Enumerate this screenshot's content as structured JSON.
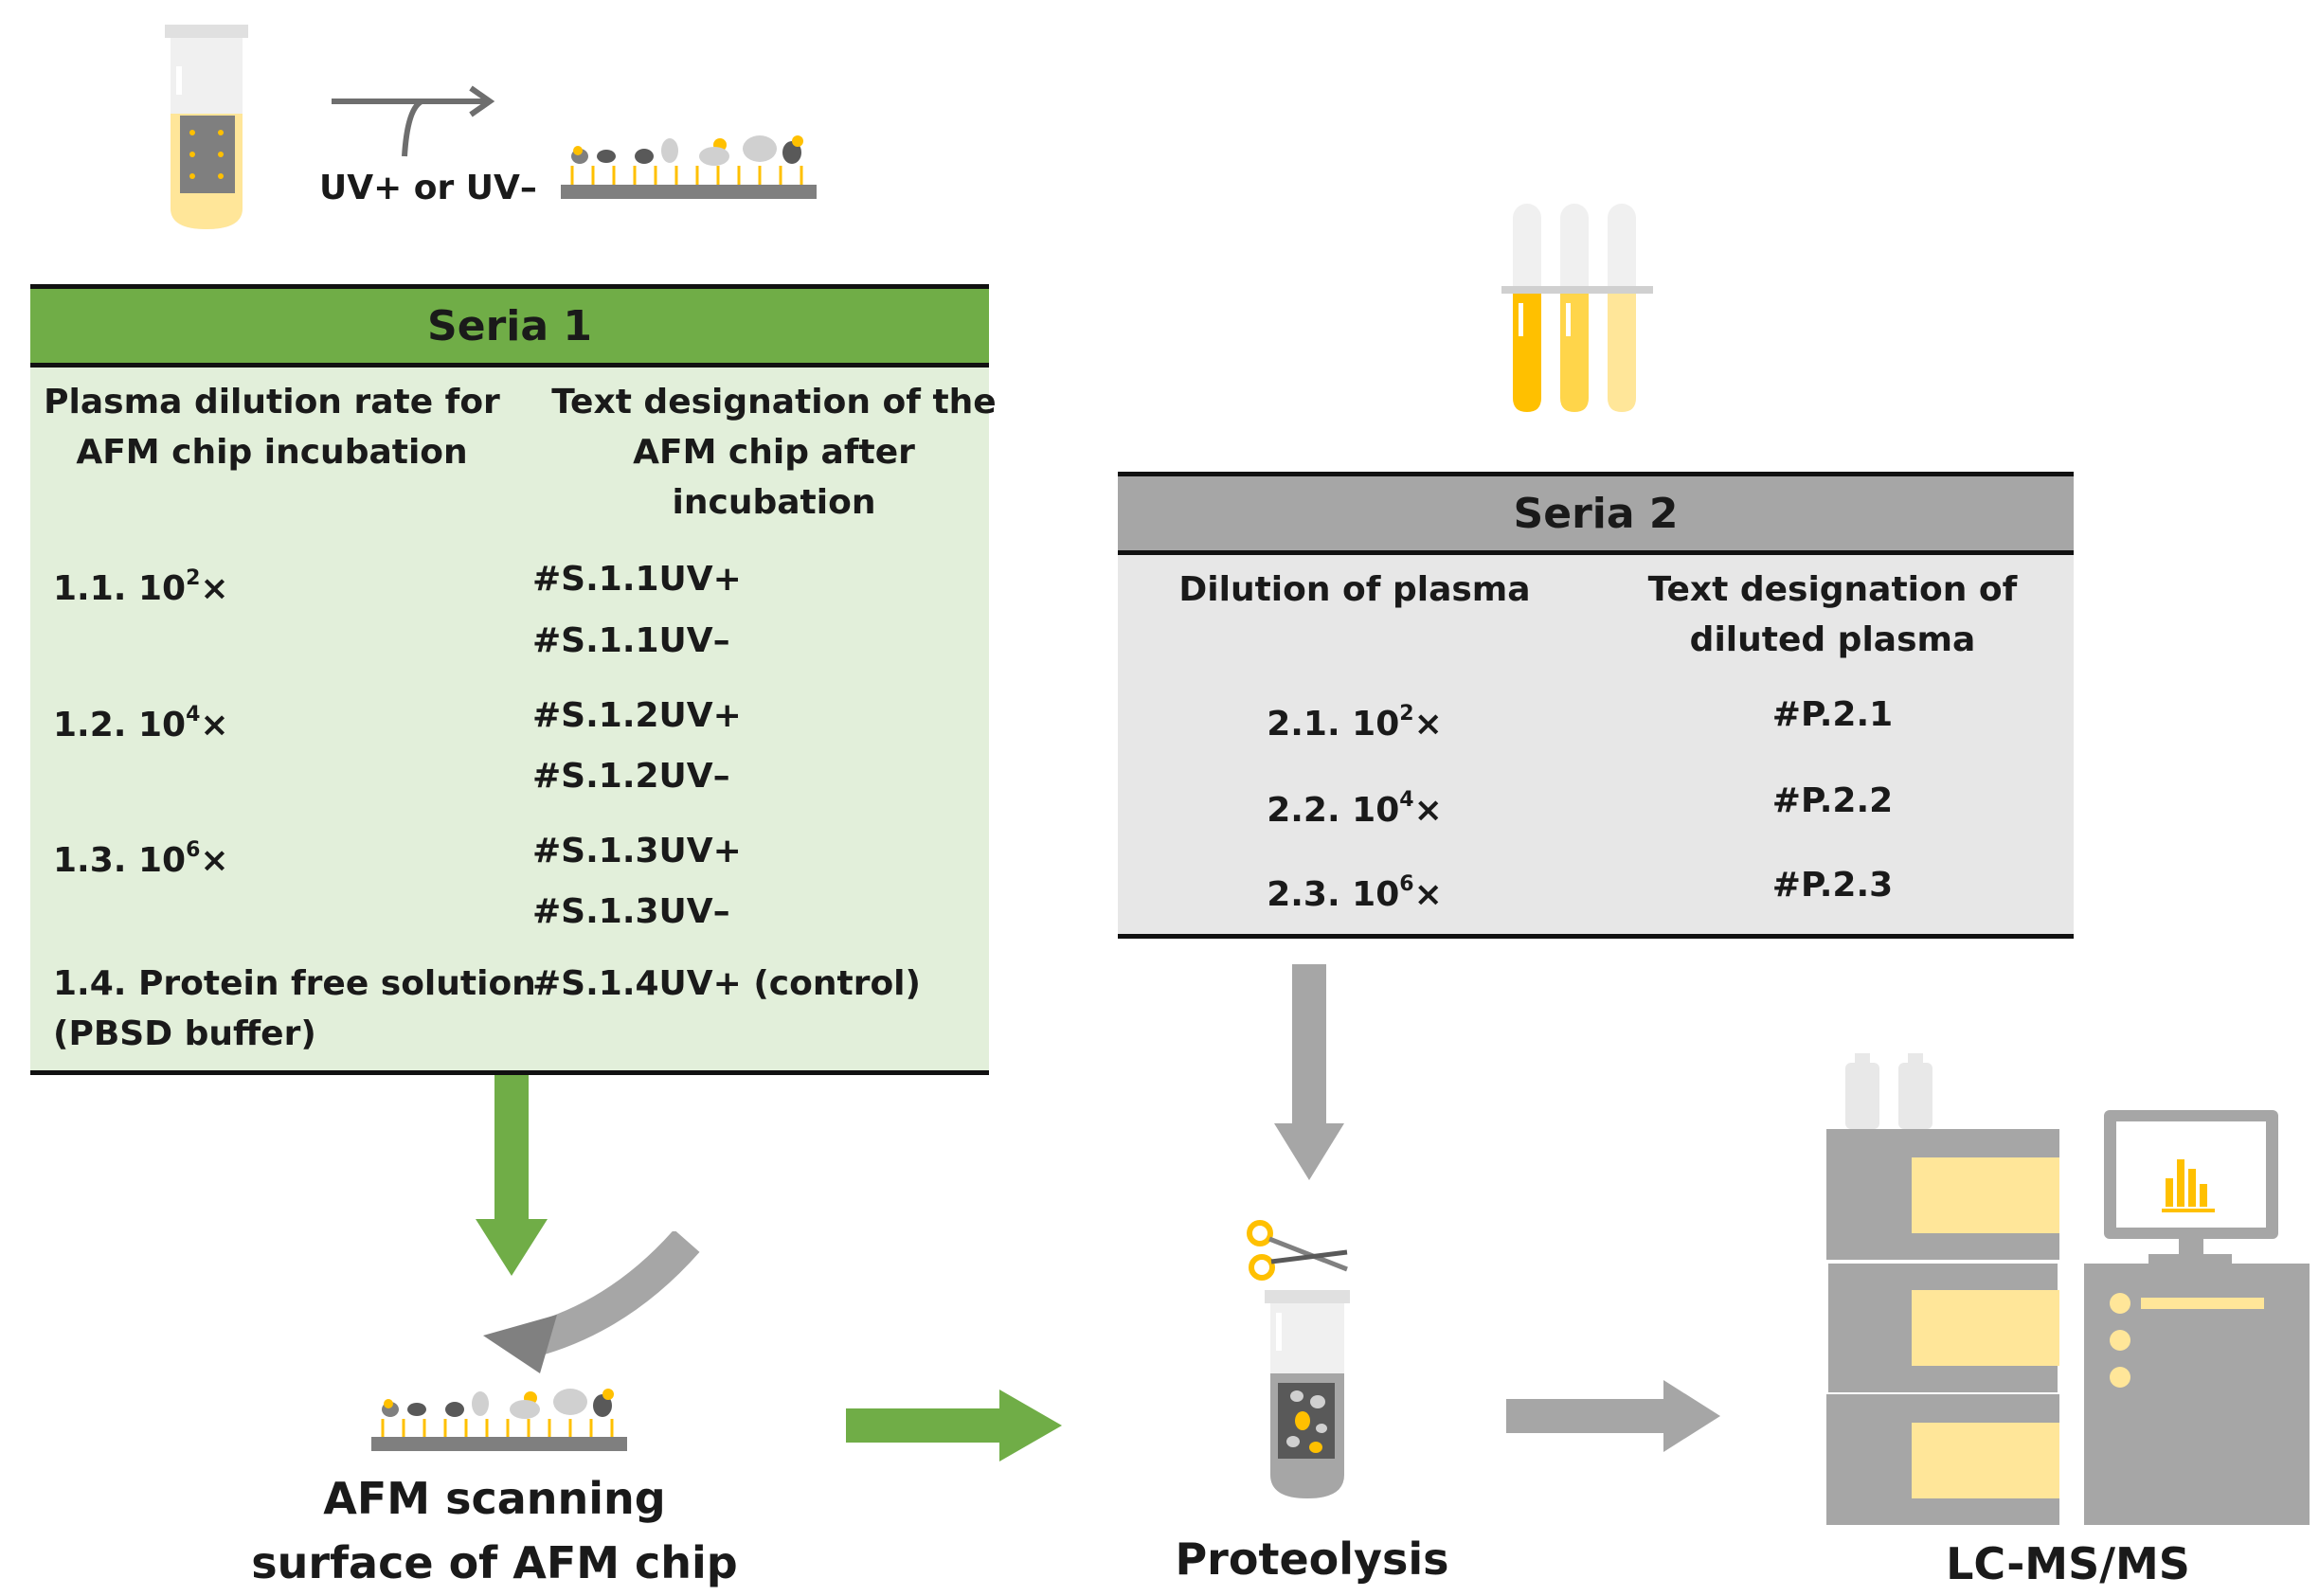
{
  "colors": {
    "green_header": "#70ad47",
    "green_body": "#e2efda",
    "gray_header": "#a6a6a6",
    "gray_body": "#e7e7e7",
    "yellow": "#ffc000",
    "cream": "#ffe699",
    "dark_gray": "#808080"
  },
  "uv_label": "UV+ or UV–",
  "seria1": {
    "title": "Seria 1",
    "col1_header": [
      "Plasma dilution rate for",
      "AFM chip incubation"
    ],
    "col2_header": [
      "Text designation of the",
      "AFM chip after",
      "incubation"
    ],
    "rows": [
      {
        "prefix": "1.1. 10",
        "exp": "2",
        "suffix": "×",
        "designations": [
          "#S.1.1UV+",
          "#S.1.1UV–"
        ]
      },
      {
        "prefix": "1.2. 10",
        "exp": "4",
        "suffix": "×",
        "designations": [
          "#S.1.2UV+",
          "#S.1.2UV–"
        ]
      },
      {
        "prefix": "1.3. 10",
        "exp": "6",
        "suffix": "×",
        "designations": [
          "#S.1.3UV+",
          "#S.1.3UV–"
        ]
      }
    ],
    "last_row": {
      "label_line1": "1.4. Protein free solution",
      "label_line2": "(PBSD buffer)",
      "designation": "#S.1.4UV+ (control)"
    }
  },
  "seria2": {
    "title": "Seria 2",
    "col1_header": "Dilution of plasma",
    "col2_header": [
      "Text designation of",
      "diluted plasma"
    ],
    "rows": [
      {
        "prefix": "2.1. 10",
        "exp": "2",
        "suffix": "×",
        "designation": "#P.2.1"
      },
      {
        "prefix": "2.2. 10",
        "exp": "4",
        "suffix": "×",
        "designation": "#P.2.2"
      },
      {
        "prefix": "2.3. 10",
        "exp": "6",
        "suffix": "×",
        "designation": "#P.2.3"
      }
    ]
  },
  "captions": {
    "afm_line1": "AFM scanning",
    "afm_line2": "surface of AFM chip",
    "proteolysis": "Proteolysis",
    "lcms": "LC-MS/MS"
  }
}
